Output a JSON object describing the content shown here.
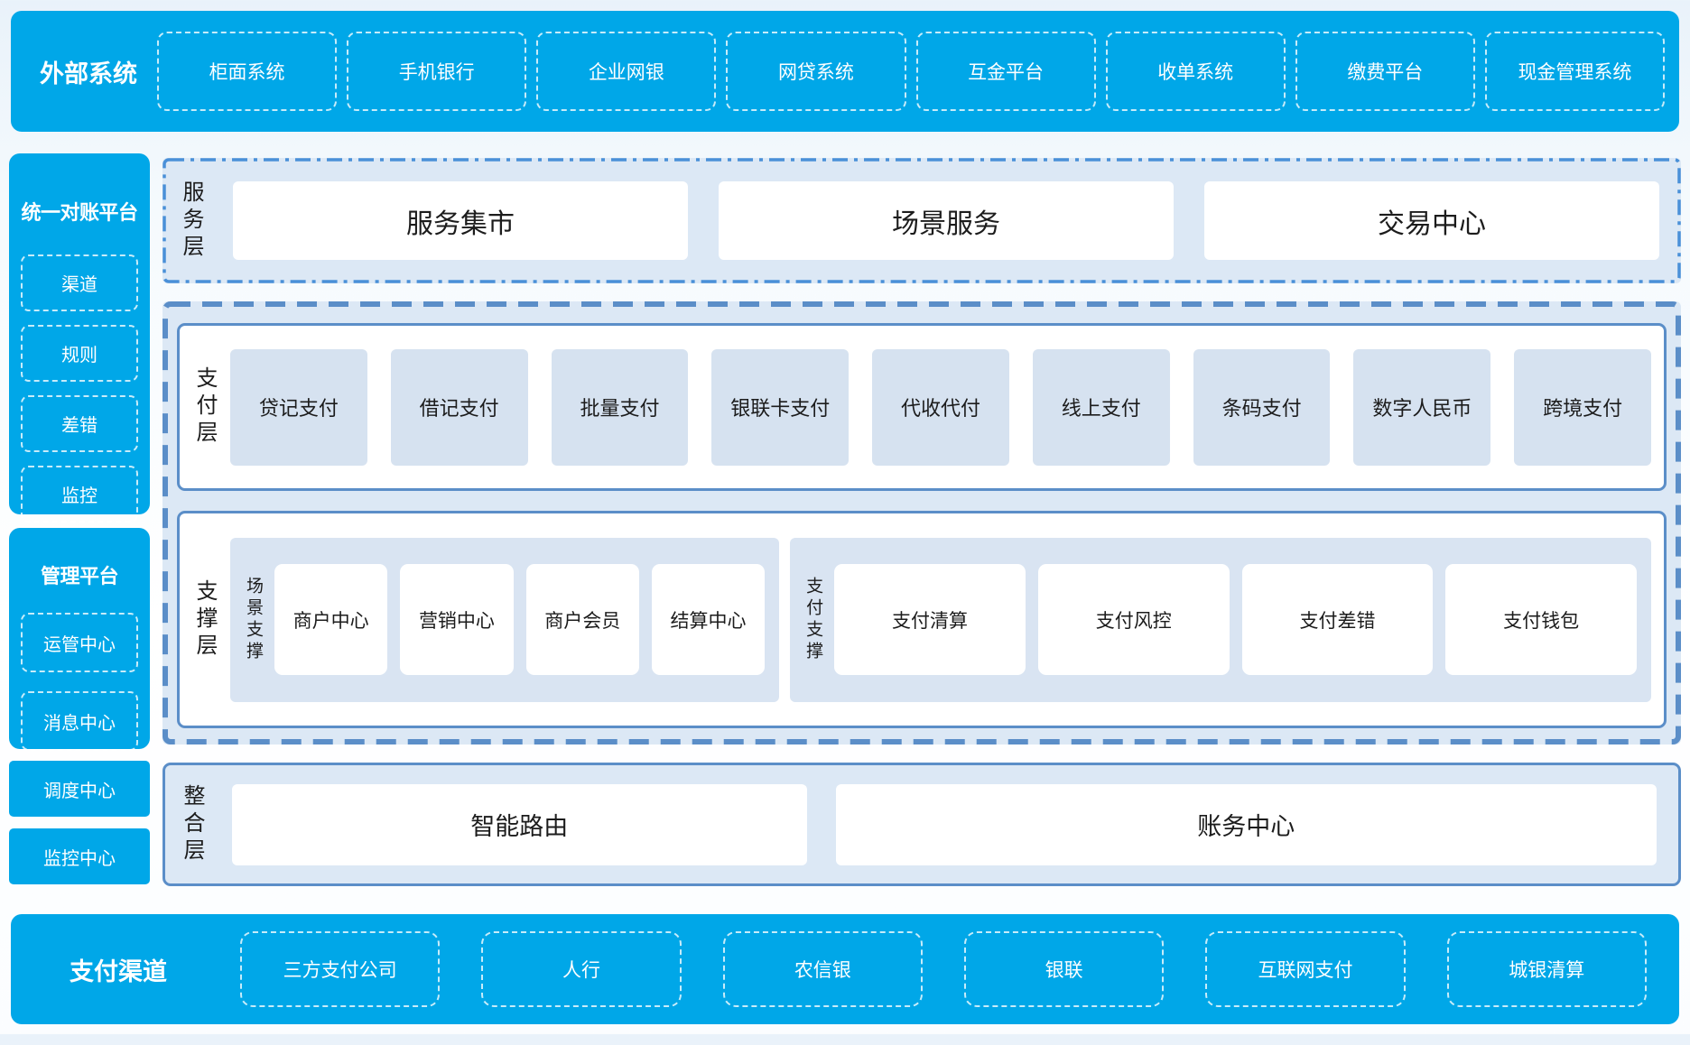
{
  "colors": {
    "bar_blue": "#00a7e8",
    "panel_bg": "#dce8f5",
    "payment_item_bg": "#d6e2f0",
    "group_bg": "#d9e4f2",
    "solid_border_blue": "#5b8ec8",
    "dashdot_border_blue": "#4a90d8",
    "dashed_white": "rgba(255,255,255,0.78)",
    "text_dark": "#1c1c1c",
    "text_white": "#ffffff"
  },
  "top_bar": {
    "title": "外部系统",
    "items": [
      "柜面系统",
      "手机银行",
      "企业网银",
      "网贷系统",
      "互金平台",
      "收单系统",
      "缴费平台",
      "现金管理系统"
    ]
  },
  "sidebar": {
    "panels": [
      {
        "title": "统一对账平台",
        "items": [
          "渠道",
          "规则",
          "差错",
          "监控"
        ]
      },
      {
        "title": "管理平台",
        "items": [
          "运管中心",
          "消息中心"
        ]
      }
    ],
    "solo_boxes": [
      "调度中心",
      "监控中心"
    ]
  },
  "main": {
    "service_layer": {
      "label": "服务层",
      "boxes": [
        "服务集市",
        "场景服务",
        "交易中心"
      ]
    },
    "payment_layer": {
      "label": "支付层",
      "items": [
        "贷记支付",
        "借记支付",
        "批量支付",
        "银联卡支付",
        "代收代付",
        "线上支付",
        "条码支付",
        "数字人民币",
        "跨境支付"
      ]
    },
    "support_layer": {
      "label": "支撑层",
      "groups": [
        {
          "label": "场景支撑",
          "items": [
            "商户中心",
            "营销中心",
            "商户会员",
            "结算中心"
          ]
        },
        {
          "label": "支付支撑",
          "items": [
            "支付清算",
            "支付风控",
            "支付差错",
            "支付钱包"
          ]
        }
      ]
    },
    "integration_layer": {
      "label": "整合层",
      "boxes": [
        "智能路由",
        "账务中心"
      ]
    }
  },
  "bottom_bar": {
    "title": "支付渠道",
    "items": [
      "三方支付公司",
      "人行",
      "农信银",
      "银联",
      "互联网支付",
      "城银清算"
    ]
  }
}
